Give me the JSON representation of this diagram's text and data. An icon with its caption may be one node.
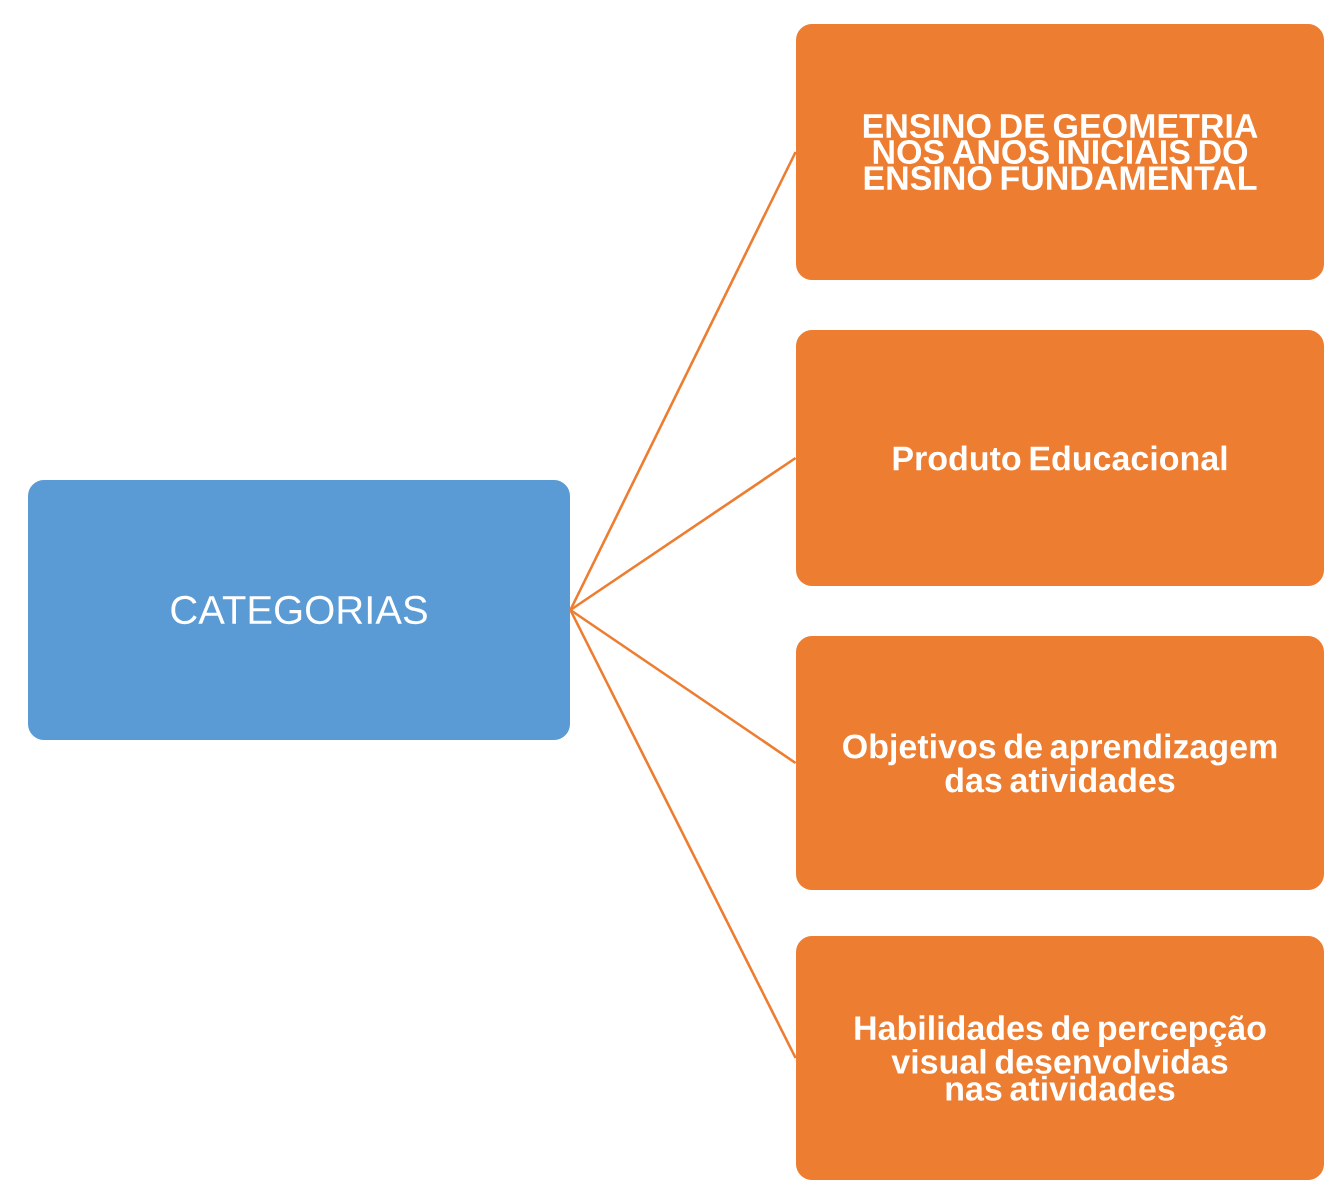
{
  "diagram": {
    "nodes": [
      {
        "text": [
          "CATEGORIAS"
        ]
      },
      {
        "text": [
          "ENSINO DE GEOMETRIA NOS ANOS INICIAIS DO ENSINO FUNDAMENTAL"
        ]
      },
      {
        "text": [
          "Produto Educacional"
        ]
      },
      {
        "text": [
          "Objetivos de aprendizagem das atividades"
        ]
      },
      {
        "text": [
          "Habilidades de percepção visual desenvolvidas nas atividades"
        ]
      }
    ],
    "edges": [
      {
        "from": 0,
        "to": 1,
        "arrow": "none"
      },
      {
        "from": 0,
        "to": 2,
        "arrow": "none"
      },
      {
        "from": 0,
        "to": 3,
        "arrow": "none"
      },
      {
        "from": 0,
        "to": 4,
        "arrow": "none"
      }
    ]
  }
}
